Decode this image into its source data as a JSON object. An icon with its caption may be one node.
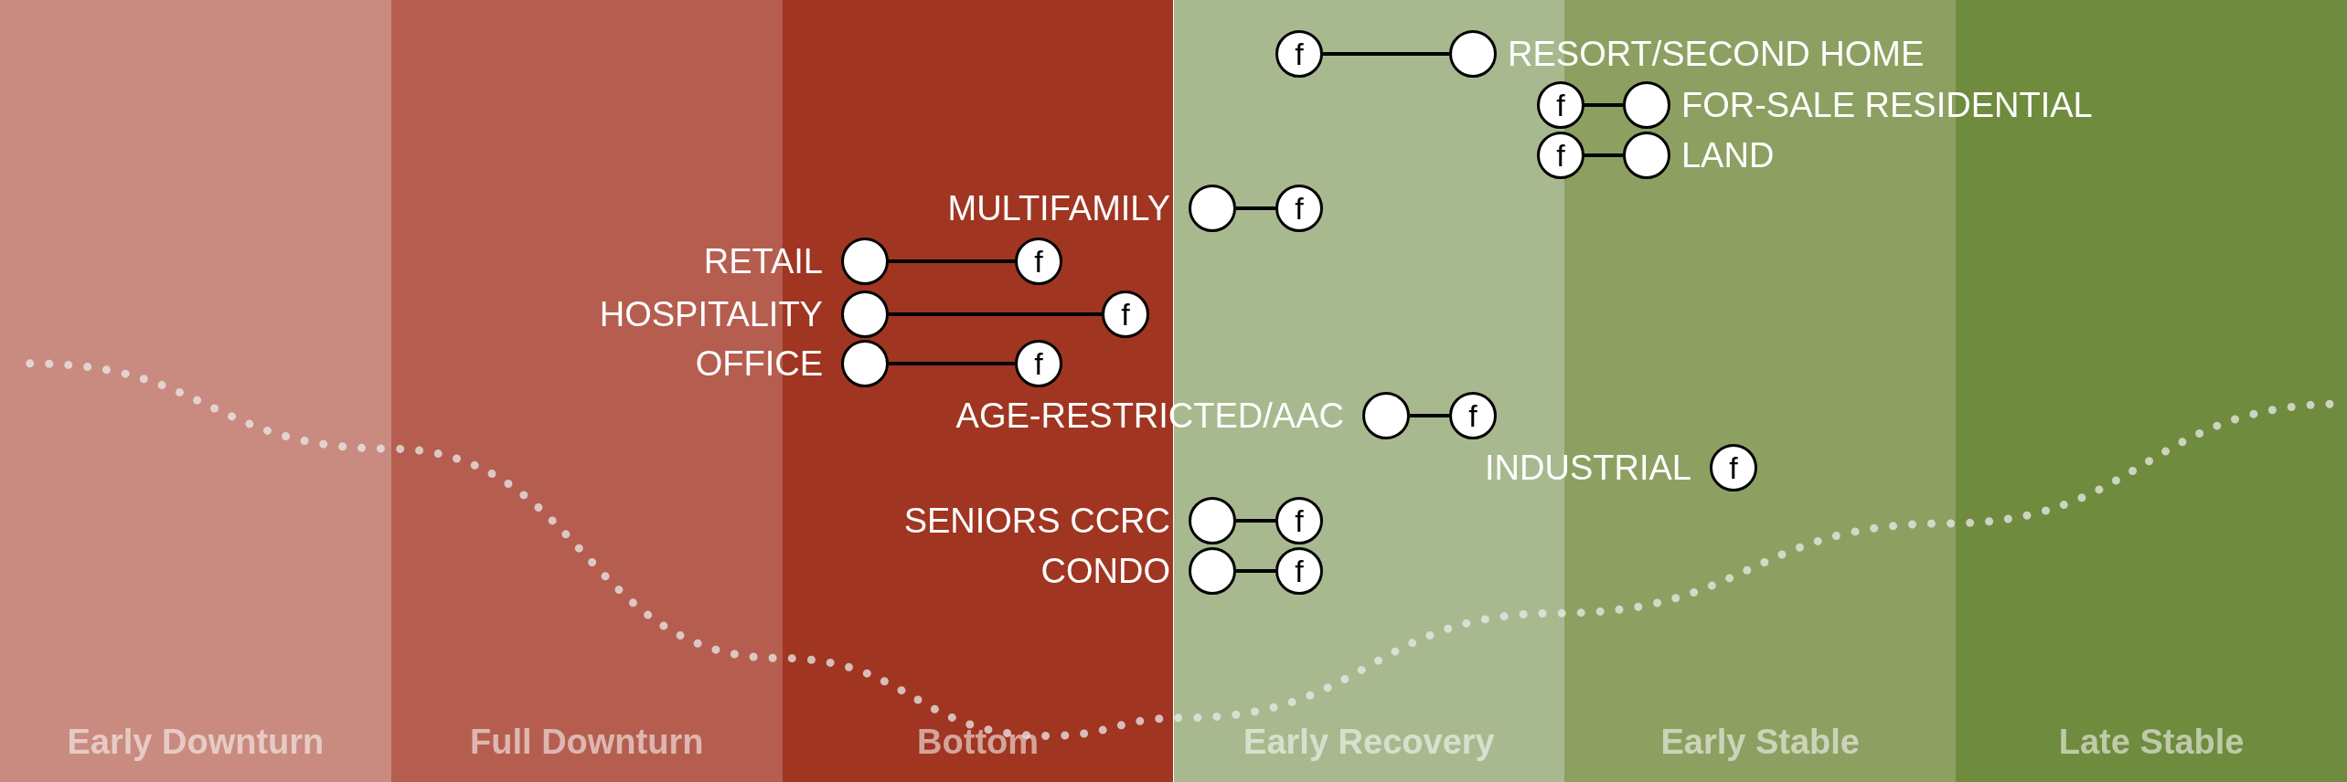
{
  "diagram": {
    "nodes": [
      {
        "text": [
          "Early Downturn"
        ]
      },
      {
        "text": [
          "Full Downturn"
        ]
      },
      {
        "text": [
          "Bottom"
        ]
      },
      {
        "text": [
          "Early Recovery"
        ]
      },
      {
        "text": [
          "Early Stable"
        ]
      },
      {
        "text": [
          "Late Stable"
        ]
      },
      {
        "text": [
          "f"
        ],
        "in": 3
      },
      {
        "text": [],
        "shape": "circle",
        "in": 3,
        "beside": [
          "RESORT/SECOND HOME"
        ]
      },
      {
        "text": [
          "f"
        ]
      },
      {
        "text": [],
        "shape": "circle",
        "in": 4,
        "beside": [
          "FOR-SALE RESIDENTIAL"
        ]
      },
      {
        "text": [
          "f"
        ]
      },
      {
        "text": [],
        "shape": "circle",
        "in": 4,
        "beside": [
          "LAND"
        ]
      },
      {
        "text": [],
        "shape": "circle",
        "in": 3,
        "beside": [
          "MULTIFAMILY"
        ]
      },
      {
        "text": [
          "f"
        ],
        "in": 3
      },
      {
        "text": [],
        "shape": "circle",
        "in": 2,
        "beside": [
          "RETAIL"
        ]
      },
      {
        "text": [
          "f"
        ],
        "in": 2
      },
      {
        "text": [],
        "shape": "circle",
        "in": 2,
        "beside": [
          "HOSPITALITY"
        ]
      },
      {
        "text": [
          "f"
        ],
        "in": 2
      },
      {
        "text": [],
        "shape": "circle",
        "in": 2,
        "beside": [
          "OFFICE"
        ]
      },
      {
        "text": [
          "f"
        ],
        "in": 2
      },
      {
        "text": [],
        "shape": "circle",
        "in": 3,
        "beside": [
          "AGE-RESTRICTED/AAC"
        ]
      },
      {
        "text": [
          "f"
        ],
        "in": 3
      },
      {
        "text": [
          "f"
        ],
        "in": 4,
        "beside": [
          "INDUSTRIAL"
        ]
      },
      {
        "text": [],
        "shape": "circle",
        "in": 3,
        "beside": [
          "SENIORS CCRC"
        ]
      },
      {
        "text": [
          "f"
        ],
        "in": 3
      },
      {
        "text": [],
        "shape": "circle",
        "in": 3,
        "beside": [
          "CONDO"
        ]
      },
      {
        "text": [
          "f"
        ],
        "in": 3
      }
    ],
    "edges": [
      {
        "from": 7,
        "to": 6,
        "arrow": "none"
      },
      {
        "from": 9,
        "to": 8,
        "arrow": "none"
      },
      {
        "from": 11,
        "to": 10,
        "arrow": "none"
      },
      {
        "from": 12,
        "to": 13,
        "arrow": "none"
      },
      {
        "from": 14,
        "to": 15,
        "arrow": "none"
      },
      {
        "from": 16,
        "to": 17,
        "arrow": "none"
      },
      {
        "from": 18,
        "to": 19,
        "arrow": "none"
      },
      {
        "from": 20,
        "to": 21,
        "arrow": "none"
      },
      {
        "from": 23,
        "to": 24,
        "arrow": "none"
      },
      {
        "from": 25,
        "to": 26,
        "arrow": "none"
      }
    ]
  }
}
